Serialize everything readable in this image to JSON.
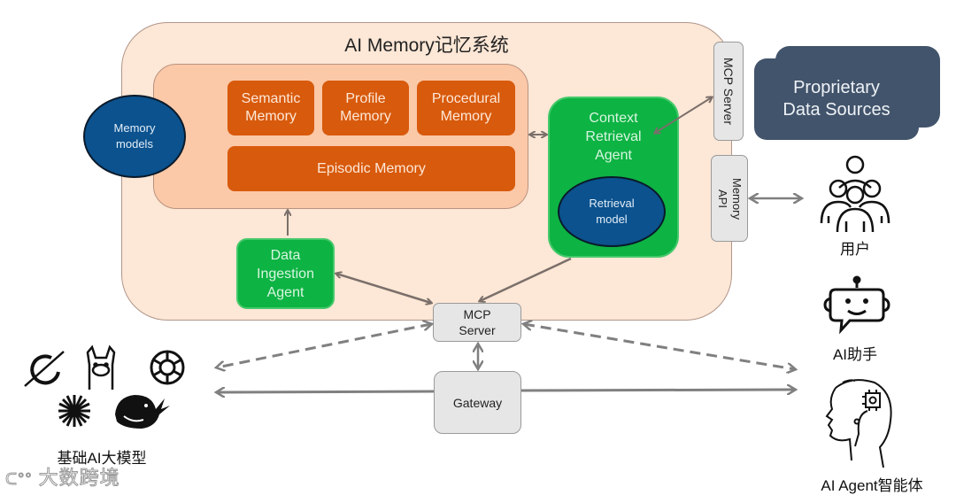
{
  "title": "AI Memory记忆系统",
  "memory_types": {
    "semantic": "Semantic Memory",
    "profile": "Profile Memory",
    "procedural": "Procedural Memory",
    "episodic": "Episodic Memory"
  },
  "memory_models": "Memory models",
  "context_agent": "Context Retrieval Agent",
  "retrieval_model": "Retrieval model",
  "ingestion_agent": "Data Ingestion Agent",
  "mcp_server_side": "MCP Server",
  "memory_api": "Memory API",
  "proprietary": "Proprietary Data Sources",
  "mcp_server_bottom": "MCP Server",
  "gateway": "Gateway",
  "external": {
    "users": "用户",
    "assistant": "AI助手",
    "agent": "AI Agent智能体",
    "foundation_models": "基础AI大模型"
  },
  "foundation_model_icons": [
    "grok-icon",
    "llama-icon",
    "openai-icon",
    "claude-icon",
    "deepseek-icon"
  ],
  "watermark": "大数跨境",
  "colors": {
    "outer_bg": "#fde7d6",
    "inner_bg": "#fbc8a8",
    "memory_block": "#d85a0c",
    "agent_green": "#0db343",
    "model_blue": "#0b528e",
    "server_gray": "#e6e6e6",
    "data_source": "#42546b",
    "arrow": "#7a6f6a"
  }
}
